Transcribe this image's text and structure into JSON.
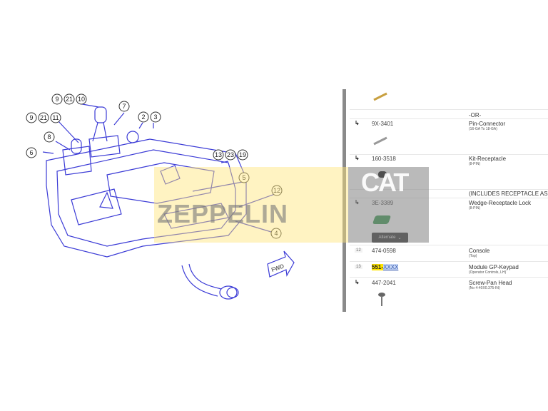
{
  "watermark": {
    "brand_text": "ZEPPELIN",
    "logo_text": "CAT"
  },
  "diagram": {
    "callouts": [
      "9",
      "21",
      "10",
      "7",
      "2",
      "3",
      "9",
      "21",
      "11",
      "8",
      "6",
      "13",
      "23",
      "19",
      "5",
      "12",
      "4"
    ],
    "fwd_label": "FWD"
  },
  "parts": [
    {
      "type": "or",
      "desc": "-OR-"
    },
    {
      "marker": "arrow",
      "number": "9X-3401",
      "desc": "Pin-Connector",
      "sub": "(16-GA To 18-GA)"
    },
    {
      "marker": "arrow",
      "number": "160-3518",
      "desc": "Kit-Receptacle",
      "sub": "(8-PIN)"
    },
    {
      "type": "note",
      "desc": "(INCLUDES RECEPTACLE AS A"
    },
    {
      "marker": "arrow",
      "number": "3E-3389",
      "desc": "Wedge-Receptacle Lock",
      "sub": "(8-PIN)"
    },
    {
      "marker": "12",
      "number": "474-0598",
      "desc": "Console",
      "sub": "(Top)"
    },
    {
      "marker": "13",
      "number_a": "551-",
      "number_b": "XXXX",
      "desc": "Module GP-Keypad",
      "sub": "(Operator Controls, LH)"
    },
    {
      "marker": "arrow",
      "number": "447-2041",
      "desc": "Screw-Pan Head",
      "sub": "(No 4-40X0.375-IN)"
    }
  ],
  "alternate_button": {
    "label": "Alternate",
    "icon": "chevron-down-icon"
  },
  "colors": {
    "diagram_line": "#3b3bd6",
    "highlight": "#ffe400"
  }
}
